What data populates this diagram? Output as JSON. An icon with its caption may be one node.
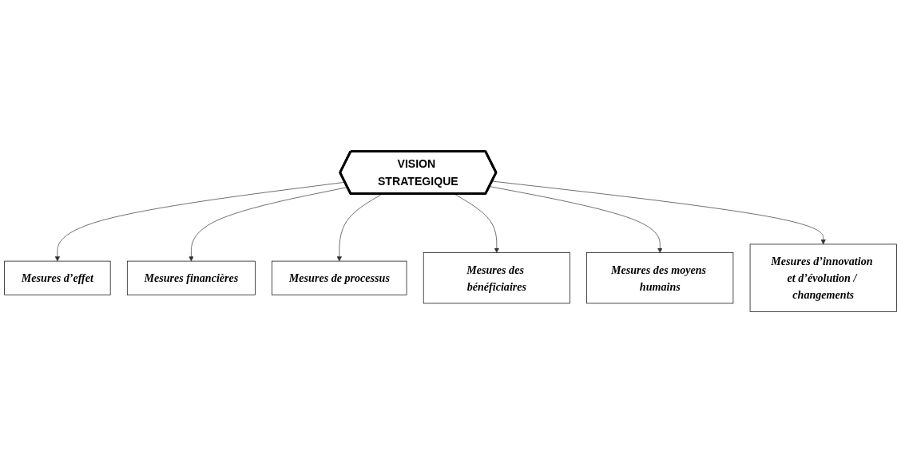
{
  "diagram": {
    "nodes": [
      {
        "text": [
          "Mesures d’effet"
        ]
      },
      {
        "text": [
          "Mesures financières"
        ]
      },
      {
        "text": [
          "Mesures de processus"
        ]
      },
      {
        "text": [
          "VISION STRATEGIQUE"
        ]
      },
      {
        "text": [
          "Mesures des bénéficiaires"
        ]
      },
      {
        "text": [
          "Mesures des moyens humains"
        ]
      },
      {
        "text": [
          "Mesures d’innovation et d’évolution / changements"
        ]
      }
    ],
    "edges": [
      {
        "from": 3,
        "to": 0,
        "arrow": "to"
      },
      {
        "from": 3,
        "to": 1,
        "arrow": "to"
      },
      {
        "from": 3,
        "to": 2,
        "arrow": "to"
      },
      {
        "from": 3,
        "to": 4,
        "arrow": "to"
      },
      {
        "from": 3,
        "to": 5,
        "arrow": "to"
      },
      {
        "from": 3,
        "to": 6,
        "arrow": "to"
      }
    ]
  }
}
